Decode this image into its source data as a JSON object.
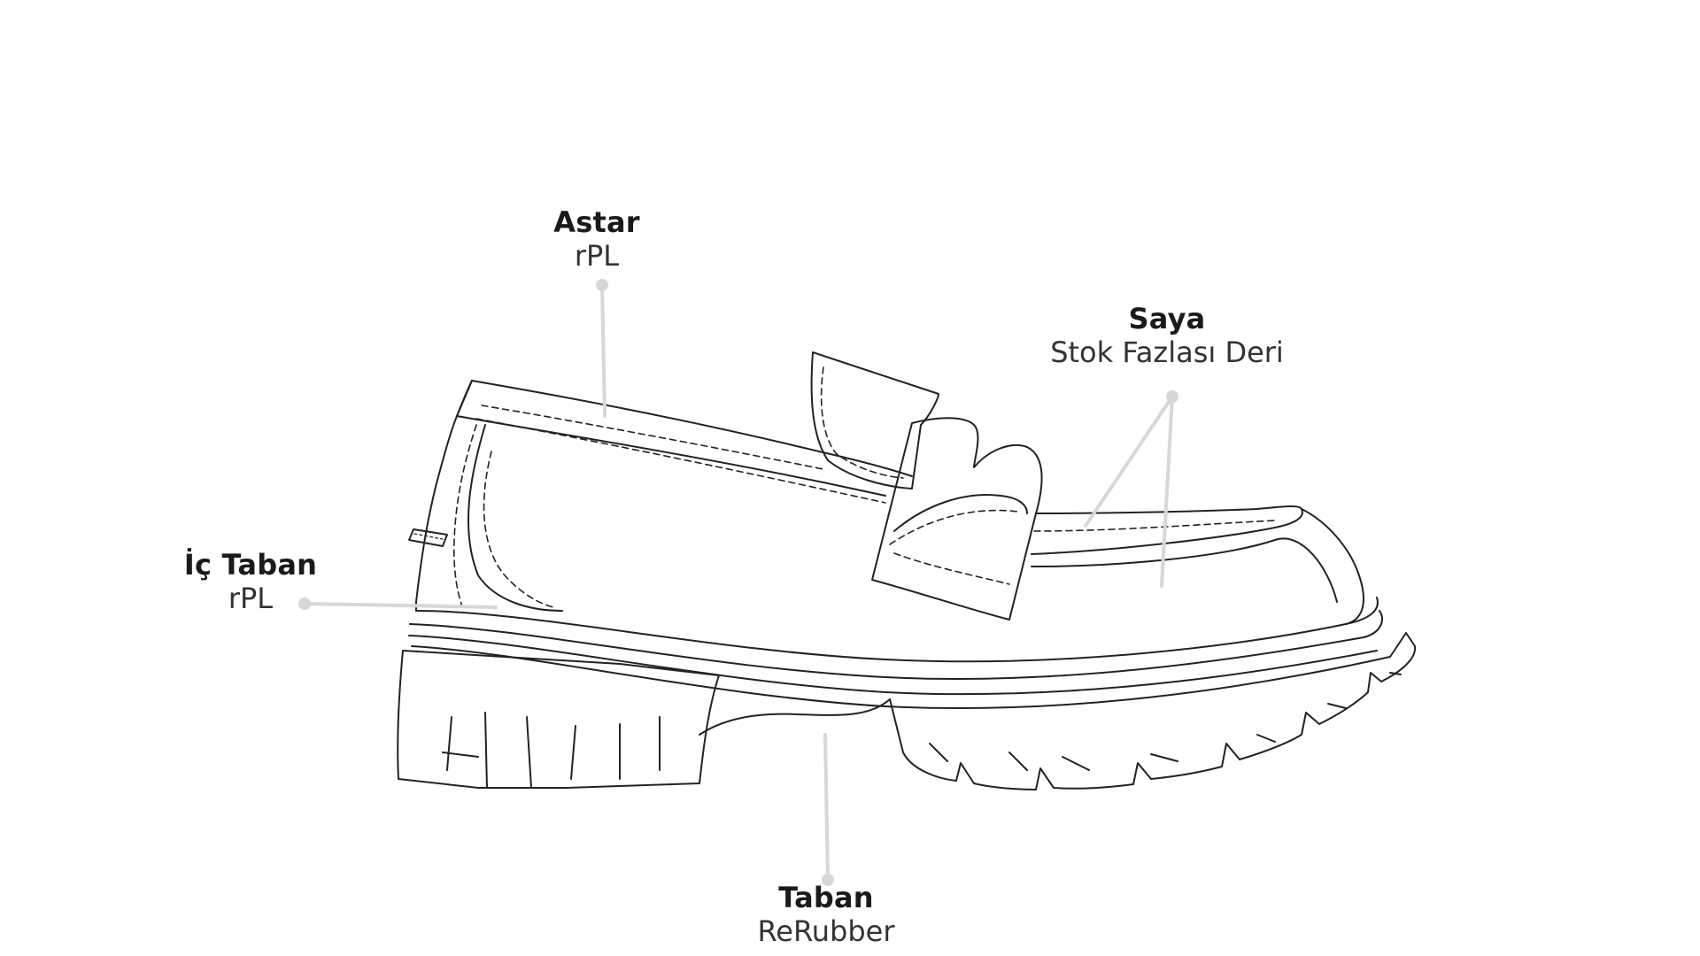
{
  "colors": {
    "background": "#ffffff",
    "sketch_stroke": "#222222",
    "leader_line": "#d7d7d7",
    "text": "#1a1a1a"
  },
  "labels": {
    "astar": {
      "title": "Astar",
      "value": "rPL"
    },
    "saya": {
      "title": "Saya",
      "value": "Stok Fazlası Deri"
    },
    "ic_taban": {
      "title": "İç Taban",
      "value": "rPL"
    },
    "taban": {
      "title": "Taban",
      "value": "ReRubber"
    }
  }
}
